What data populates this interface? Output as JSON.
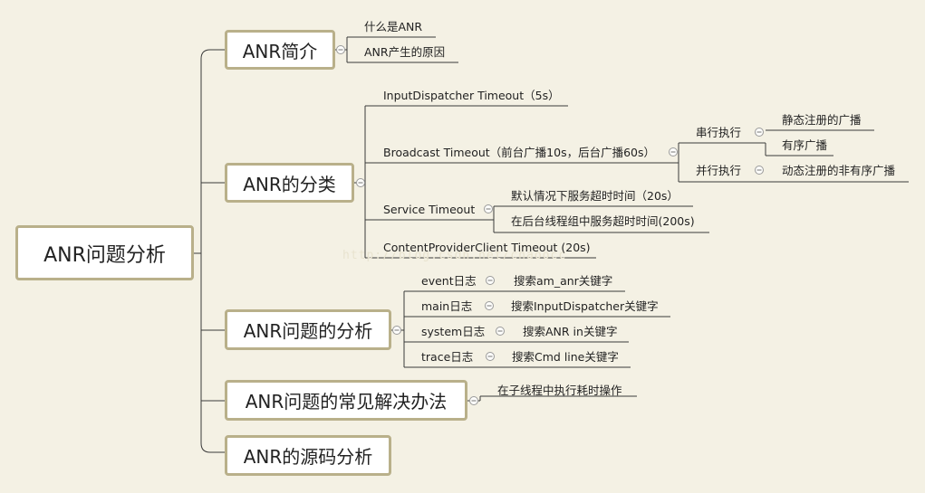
{
  "root": "ANR问题分析",
  "branches": {
    "intro": {
      "label": "ANR简介",
      "items": [
        "什么是ANR",
        "ANR产生的原因"
      ]
    },
    "category": {
      "label": "ANR的分类",
      "input": "InputDispatcher Timeout（5s）",
      "broadcast": "Broadcast Timeout（前台广播10s，后台广播60s）",
      "serial": "串行执行",
      "serial_items": [
        "静态注册的广播",
        "有序广播"
      ],
      "parallel": "并行执行",
      "parallel_item": "动态注册的非有序广播",
      "service": "Service Timeout",
      "service_items": [
        "默认情况下服务超时时间（20s）",
        "在后台线程组中服务超时时间(200s)"
      ],
      "provider": "ContentProviderClient Timeout (20s)"
    },
    "analysis": {
      "label": "ANR问题的分析",
      "logs": [
        {
          "log": "event日志",
          "hint": "搜索am_anr关键字"
        },
        {
          "log": "main日志",
          "hint": "搜索InputDispatcher关键字"
        },
        {
          "log": "system日志",
          "hint": "搜索ANR in关键字"
        },
        {
          "log": "trace日志",
          "hint": "搜索Cmd line关键字"
        }
      ]
    },
    "solution": {
      "label": "ANR问题的常见解决办法",
      "item": "在子线程中执行耗时操作"
    },
    "source": {
      "label": "ANR的源码分析"
    }
  },
  "watermark": "http://blog.csdn.net/chaoocc"
}
